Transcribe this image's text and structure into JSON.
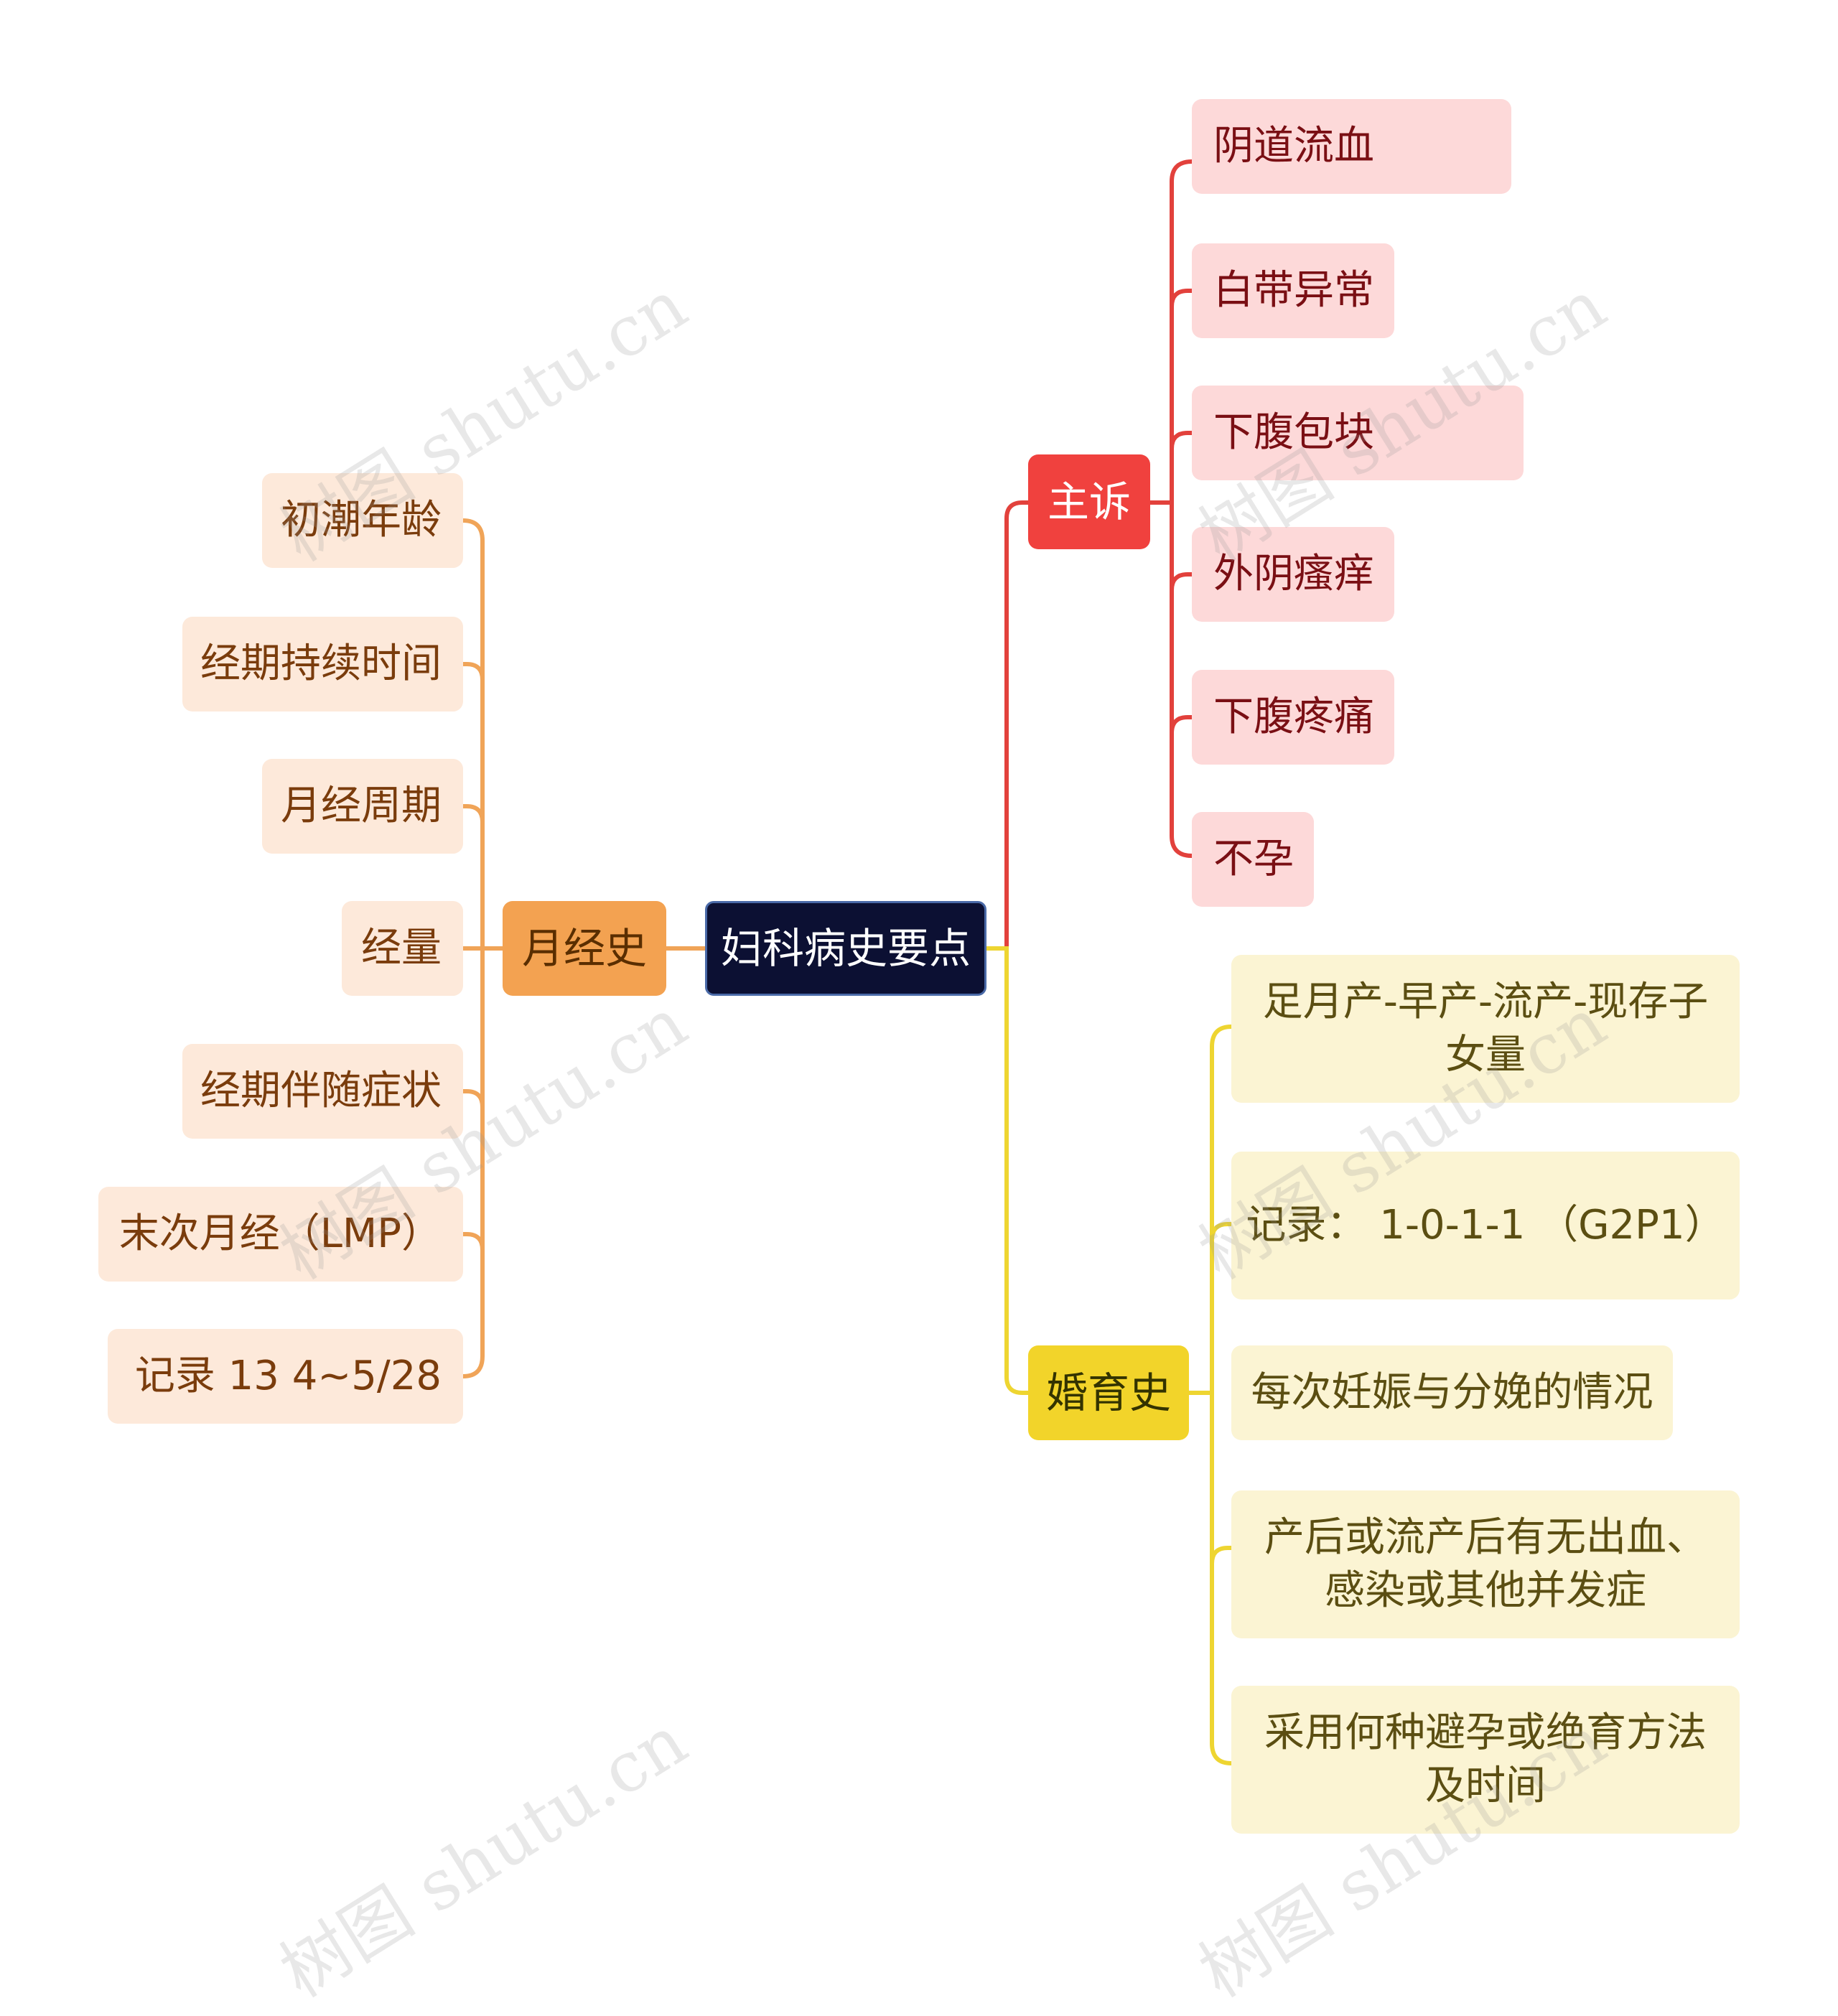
{
  "root": "妇科病史要点",
  "branches": {
    "chief_complaint": {
      "label": "主诉",
      "items": [
        "阴道流血",
        "白带异常",
        "下腹包块",
        "外阴瘙痒",
        "下腹疼痛",
        "不孕"
      ]
    },
    "marital_reproductive": {
      "label": "婚育史",
      "items": [
        "足月产-早产-流产-现存子女量",
        "记录： 1-0-1-1 （G2P1）",
        "每次妊娠与分娩的情况",
        "产后或流产后有无出血、感染或其他并发症",
        "采用何种避孕或绝育方法及时间"
      ]
    },
    "menstrual": {
      "label": "月经史",
      "items": [
        "初潮年龄",
        "经期持续时间",
        "月经周期",
        "经量",
        "经期伴随症状",
        "末次月经（LMP）",
        "记录 13 4~5/28"
      ]
    }
  },
  "colors": {
    "root_bg": "#0c1033",
    "red_branch": "#f0413e",
    "red_line": "#e2413c",
    "yellow_branch": "#f2d42a",
    "yellow_line": "#eed531",
    "orange_branch": "#f3a251",
    "orange_line": "#f0a458"
  },
  "watermark": "树图 shutu.cn"
}
